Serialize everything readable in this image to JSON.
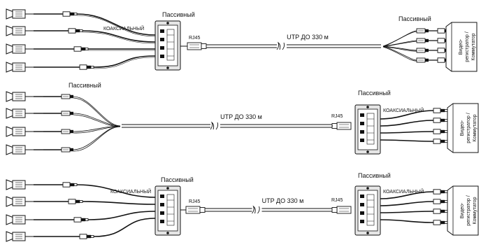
{
  "labels": {
    "passive": "Пассивный",
    "coaxial": "КОАКСИАЛЬНЫЙ",
    "rj45": "RJ45",
    "utp": "UTP ДО 330 м",
    "device_line1": "Видео-",
    "device_line2": "регистратор /",
    "device_line3": "Коммутатор"
  },
  "colors": {
    "line": "#111111",
    "camera_fill": "#ffffff",
    "balun_fill": "#e6e6e6",
    "device_fill": "#ffffff"
  },
  "rows": [
    {
      "left": "passive-hub",
      "right": "passive-twisted",
      "labels": {
        "passive_left": "Пассивный",
        "coaxial_left": "КОАКСИАЛЬНЫЙ",
        "rj45_left": "RJ45",
        "utp": "UTP ДО 330 м",
        "passive_right": "Пассивный"
      }
    },
    {
      "left": "passive-twisted",
      "right": "passive-hub",
      "labels": {
        "passive_left": "Пассивный",
        "utp": "UTP ДО 330 м",
        "rj45_right": "RJ45",
        "passive_right": "Пассивный",
        "coaxial_right": "КОАКСИАЛЬНЫЙ"
      }
    },
    {
      "left": "passive-hub",
      "right": "passive-hub",
      "labels": {
        "passive_left": "Пассивный",
        "coaxial_left": "КОАКСИАЛЬНЫЙ",
        "rj45_left": "RJ45",
        "utp": "UTP ДО 330 м",
        "rj45_right": "RJ45",
        "passive_right": "Пассивный",
        "coaxial_right": "КОАКСИАЛЬНЫЙ"
      }
    }
  ]
}
